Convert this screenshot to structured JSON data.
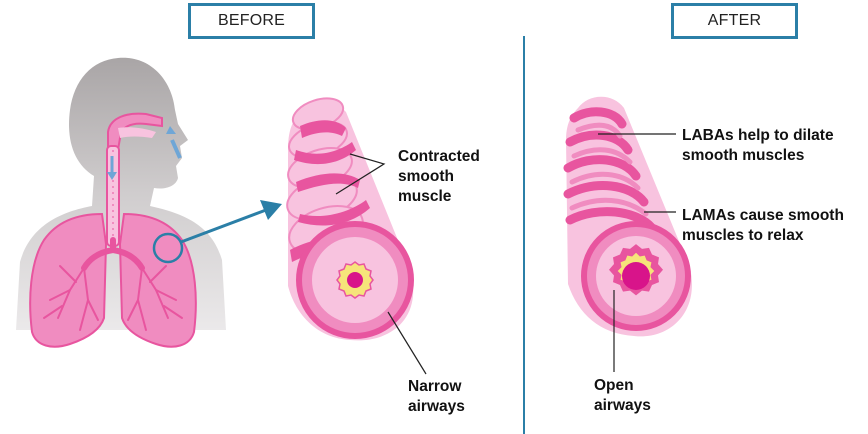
{
  "panels": {
    "before": {
      "tag": "BEFORE"
    },
    "after": {
      "tag": "AFTER"
    }
  },
  "labels": {
    "contracted": [
      "Contracted",
      "smooth",
      "muscle"
    ],
    "narrow": [
      "Narrow",
      "airways"
    ],
    "laba": [
      "LABAs help to dilate",
      "smooth muscles"
    ],
    "lama": [
      "LAMAs cause smooth",
      "muscles to relax"
    ],
    "open": [
      "Open",
      "airways"
    ]
  },
  "colors": {
    "accent": "#2b7fa7",
    "pink_dark": "#e8559f",
    "pink_mid": "#f08cc0",
    "pink_light": "#f8c3df",
    "mucus_yellow": "#f6e47a",
    "airway_magenta": "#d8148a",
    "silhouette_gray": "#c9c6c7"
  }
}
